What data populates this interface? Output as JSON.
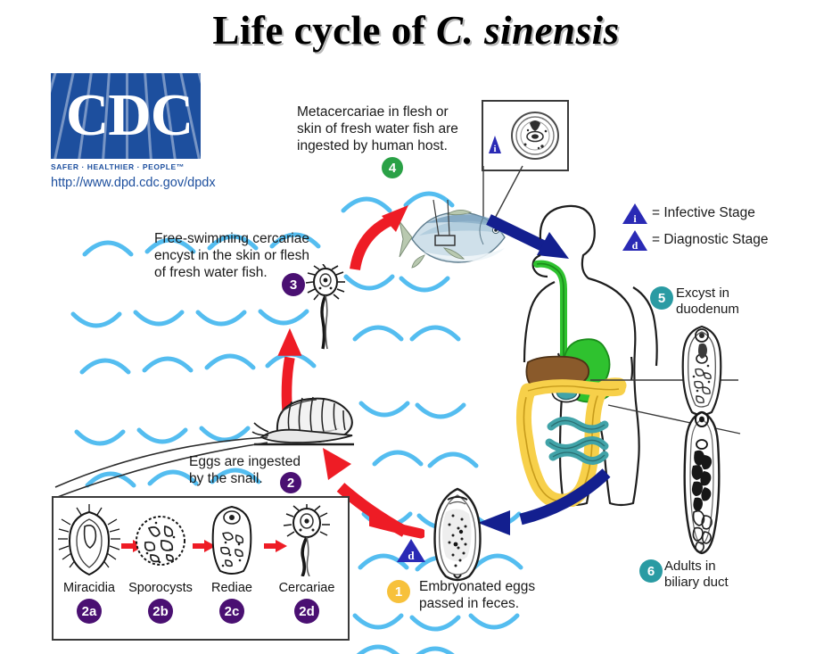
{
  "title": {
    "prefix": "Life cycle of ",
    "species": "C. sinensis",
    "full": "Life cycle of C. sinensis"
  },
  "logo": {
    "name": "CDC",
    "tagline": "SAFER · HEALTHIER · PEOPLE™",
    "url": "http://www.dpd.cdc.gov/dpdx",
    "box_color": "#1d4f9e"
  },
  "legend": {
    "items": [
      {
        "glyph": "i",
        "label": "= Infective Stage",
        "marker": "blue-triangle"
      },
      {
        "glyph": "d",
        "label": "= Diagnostic Stage",
        "marker": "blue-triangle"
      }
    ]
  },
  "steps": {
    "s1": {
      "number": "1",
      "badge_color": "#f7c13b",
      "text": "Embryonated eggs\npassed in feces.",
      "marker": "d"
    },
    "s2": {
      "number": "2",
      "badge_color": "#4a1072",
      "text": "Eggs are ingested\nby the snail."
    },
    "s3": {
      "number": "3",
      "badge_color": "#4a1072",
      "text": "Free-swimming cercariae\nencyst in the skin or flesh\nof fresh water fish."
    },
    "s4": {
      "number": "4",
      "badge_color": "#2aa146",
      "text": "Metacercariae in flesh or\nskin of fresh water fish are\ningested by human host.",
      "marker": "i"
    },
    "s5": {
      "number": "5",
      "badge_color": "#2a9ba3",
      "text": "Excyst in\nduodenum"
    },
    "s6": {
      "number": "6",
      "badge_color": "#2a9ba3",
      "text": "Adults in\nbiliary duct"
    }
  },
  "snail_stages": [
    {
      "name": "Miracidia",
      "number": "2a",
      "badge_color": "#4a1072"
    },
    {
      "name": "Sporocysts",
      "number": "2b",
      "badge_color": "#4a1072"
    },
    {
      "name": "Rediae",
      "number": "2c",
      "badge_color": "#4a1072"
    },
    {
      "name": "Cercariae",
      "number": "2d",
      "badge_color": "#4a1072"
    }
  ],
  "colors": {
    "red_arrow": "#ee1c25",
    "blue_arrow": "#131f8f",
    "water": "#54bdf0",
    "liver": "#8a5a2b",
    "stomach": "#2fc22f",
    "colon": "#f7d04a",
    "small_intestine": "#41a3a8",
    "triangle": "#2a2ab5"
  },
  "organisms": {
    "fish": "fresh water fish",
    "snail": "snail",
    "cercaria": "free-swimming cercaria",
    "metacercaria_cyst": "encysted metacercaria",
    "egg": "embryonated egg",
    "juvenile_fluke": "excysted juvenile fluke",
    "adult_fluke": "adult fluke"
  }
}
